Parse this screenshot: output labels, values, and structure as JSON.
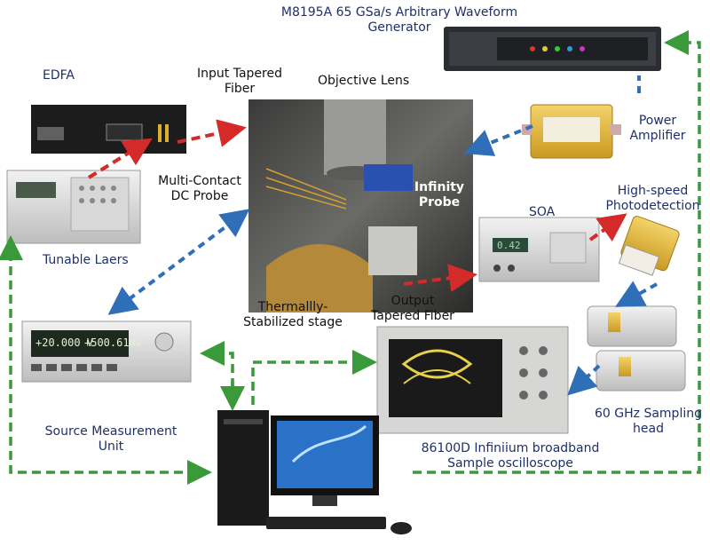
{
  "labels": {
    "awg": "M8195A 65 GSa/s Arbitrary Waveform\nGenerator",
    "edfa": "EDFA",
    "input_fiber": "Input Tapered\nFiber",
    "objective": "Objective Lens",
    "power_amp": "Power\nAmplifier",
    "dc_probe": "Multi-Contact\nDC Probe",
    "infinity_probe": "Infinity\nProbe",
    "high_speed_pd": "High-speed\nPhotodetection",
    "soa": "SOA",
    "tunable_lasers": "Tunable Laers",
    "thermal_stage": "Thermallly-\nStabilized stage",
    "output_fiber": "Output\nTapered Fiber",
    "smu": "Source Measurement\nUnit",
    "oscilloscope": "86100D Infiniium broadband\nSample oscilloscope",
    "sampling_head": "60 GHz Sampling\nhead"
  },
  "displays": {
    "smu_line1": "+20.000 V",
    "smu_line2": "+500.61mV",
    "soa_display": "0.42"
  },
  "colors": {
    "label_text": "#1f2f6b",
    "optical_link": "#d42a2a",
    "rf_link": "#2f6fb8",
    "dc_link": "#3a9a3a"
  },
  "icons": [
    "awg-instrument",
    "edfa-instrument",
    "tunable-laser-instrument",
    "probe-station-photo",
    "power-amplifier",
    "soa-instrument",
    "photodetector",
    "smu-instrument",
    "oscilloscope-instrument",
    "sampling-head",
    "computer-workstation"
  ]
}
